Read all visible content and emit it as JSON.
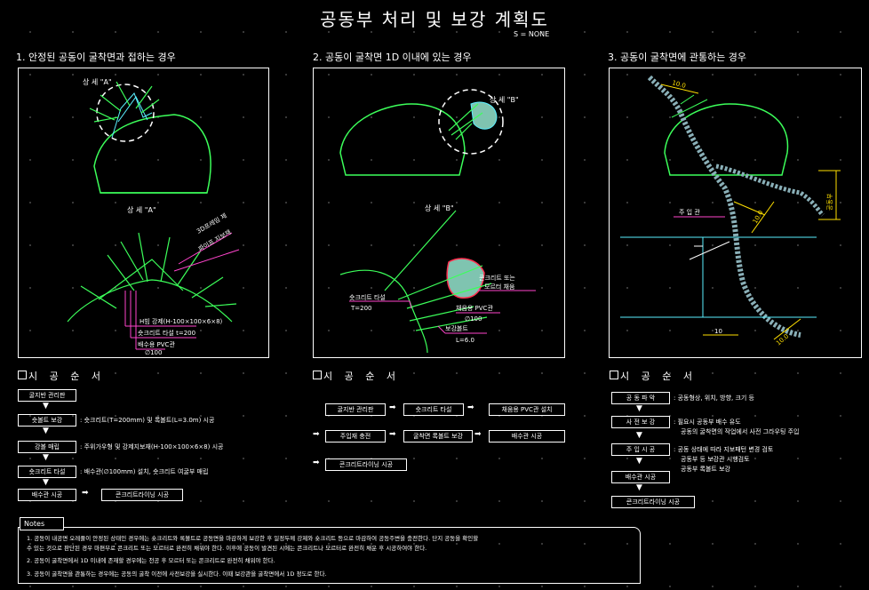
{
  "title": "공동부 처리 및 보강 계획도",
  "scale": "S = NONE",
  "sections": [
    {
      "heading": "1. 안정된 공동이 굴착면과 접하는 경우"
    },
    {
      "heading": "2. 공동이 굴착면 1D 이내에 있는 경우"
    },
    {
      "heading": "3. 공동이 굴착면에 관통하는 경우"
    }
  ],
  "panel1": {
    "detail_callout": "상 세 \"A\"",
    "detail_title": "상 세 \"A\"",
    "labels": [
      "3D프레임 제",
      "파이프 지보재",
      "H빔 강제(H-100×100×6×8)",
      "숏크리트 타설 t=200",
      "배수용 PVC관",
      "∅100"
    ]
  },
  "panel2": {
    "detail_callout": "상 세 \"B\"",
    "detail_title": "상 세 \"B\"",
    "labels": [
      "숏크리트 타설",
      "T=200",
      "콘크리트 또는",
      "모르터 채움",
      "채움용 PVC관",
      "∅100",
      "보강볼트",
      "L=6.0"
    ]
  },
  "panel3": {
    "labels": [
      "주 입 관",
      "10"
    ]
  },
  "seq1": {
    "heading": "시 공 순 서",
    "steps": [
      {
        "box": "굴지반 관리판",
        "desc": ""
      },
      {
        "box": "숏볼트 보강",
        "desc": ": 숏크리트(T=200mm) 및 록볼트(L=3.0m) 시공"
      },
      {
        "box": "강볼 매립",
        "desc": ": 주위가우형 및 강제지보재(H-100×100×6×8) 시공"
      },
      {
        "box": "숏크리트 타설",
        "desc": ": 배수관(∅100mm) 설치, 숏크리트 여굴부 매립"
      },
      {
        "box": "배수관 시공",
        "desc": ""
      }
    ],
    "final_box": "콘크리트라이닝 시공"
  },
  "seq2": {
    "heading": "시 공 순 서",
    "row1": [
      "굴지반 관리판",
      "숏크리트 타설",
      "채움용 PVC관 설치"
    ],
    "row2": [
      "주입재 충전",
      "굴착면 록볼트 보강",
      "배수관 시공"
    ],
    "row3": [
      "콘크리트라이닝 시공"
    ]
  },
  "seq3": {
    "heading": "시 공 순 서",
    "steps": [
      {
        "box": "공 동 파 악",
        "desc": ": 공동형상, 위치, 방향, 크기 등"
      },
      {
        "box": "사 전 보 강",
        "desc1": ": 필요시 공동부 배수 유도",
        "desc2": "공동의 굴착면의 작업에서 사전 그라우팅 주입"
      },
      {
        "box": "주 입 시 공",
        "desc1": ": 공동 상태에 따라 지보패턴 변경 검토",
        "desc2": "공동부 등 보강관 시행검토",
        "desc3": "공동부 록볼트 보강"
      },
      {
        "box": "배수관 시공"
      },
      {
        "box": "콘크리트라이닝 시공"
      }
    ]
  },
  "notes": {
    "tag": "Notes",
    "items": [
      "1. 공동이 내공면 오레풀이 안정된 상태인 경우에는 숏크리트와 록볼트로 공동면을 마감하게 보강한 후 일정두께 강제와 숏크리트 등으로 마감하여 공동주변을 충전한다. 단지 공동을 확인할",
      "   수 있는 것으로 판단된 경우 마편부로 콘크리트 또는 모르터로 완전히 채워야 한다. 이후에 공동이 발견된 시에는 콘크리트나 모르터로 완전히 채운 후 시공하여야 한다.",
      "2. 공동이 굴착면에서 1D 이내에 존재할 경우에는 천공 후 모르터 또는 콘크리트로 완전히 채워야 한다.",
      "3. 공동이 굴착면을 관통하는 경우에는 공동의 굴착 이전에 사전보강을 실시한다. 이때 보강관을 굴착면에서 1D 정도로 한다."
    ]
  }
}
